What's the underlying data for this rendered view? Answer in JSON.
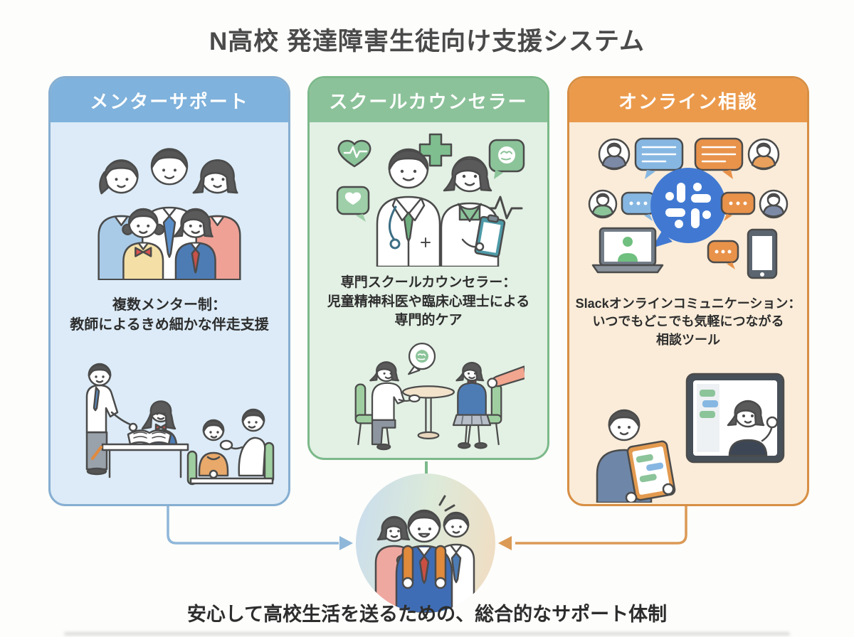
{
  "title": "N高校 発達障害生徒向け支援システム",
  "panels": [
    {
      "id": "mentor-support",
      "header": "メンターサポート",
      "caption_lines": [
        "複数メンター制：",
        "教師によるきめ細かな伴走支援"
      ]
    },
    {
      "id": "school-counselor",
      "header": "スクールカウンセラー",
      "caption_lines": [
        "専門スクールカウンセラー：",
        "児童精神科医や臨床心理士による",
        "専門的ケア"
      ]
    },
    {
      "id": "online-consultation",
      "header": "オンライン相談",
      "caption_lines": [
        "Slackオンラインコミュニケーション：",
        "いつでもどこでも気軽につながる",
        "相談ツール"
      ]
    }
  ],
  "footer_caption": "安心して高校生活を送るための、総合的なサポート体制",
  "icons": [
    "slack-logo",
    "chat-bubble",
    "chat-dots-bubble",
    "avatar",
    "laptop",
    "smartphone",
    "heart-ecg",
    "heart-bubble",
    "medical-cross",
    "brain-bubble",
    "ecg-line",
    "arrow-right",
    "arrow-left",
    "connector-line"
  ],
  "colors": {
    "mentor_header": "#7fb2dc",
    "mentor_bg": "#dcebf7",
    "mentor_border": "#86aed1",
    "counselor_header": "#8cc29a",
    "counselor_bg": "#e3f0e4",
    "counselor_border": "#7cb98a",
    "online_header": "#eb9a4c",
    "online_bg": "#faecd9",
    "online_border": "#d78f44",
    "slack_blue": "#4179d2",
    "arrow_blue": "#8fb7d9",
    "arrow_orange": "#db9a55",
    "connector_green": "#7cb98a",
    "title_color": "#4a4a4a"
  }
}
